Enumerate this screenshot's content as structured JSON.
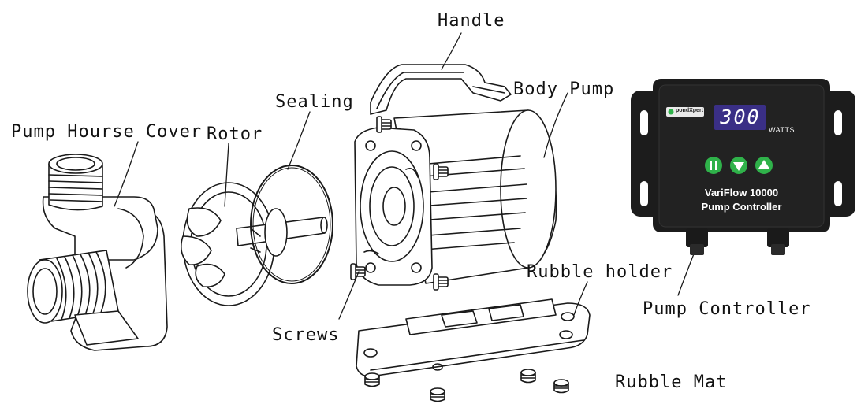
{
  "labels": {
    "handle": "Handle",
    "body_pump": "Body Pump",
    "sealing": "Sealing",
    "pump_house_cover": "Pump Hourse Cover",
    "rotor": "Rotor",
    "rubble_holder": "Rubble holder",
    "screws": "Screws",
    "rubble_mat": "Rubble Mat",
    "pump_controller": "Pump Controller"
  },
  "controller": {
    "brand": "pondXpert",
    "display_value": "300",
    "display_unit": "WATTS",
    "model": "VariFlow 10000",
    "subtitle": "Pump Controller",
    "buttons": [
      "pause",
      "down",
      "up"
    ]
  },
  "colors": {
    "controller_body": "#1c1c1c",
    "display_bg": "#3a2f86",
    "display_text": "#ffffff",
    "button_green": "#2fb24a",
    "line_art": "#1a1a1a"
  }
}
